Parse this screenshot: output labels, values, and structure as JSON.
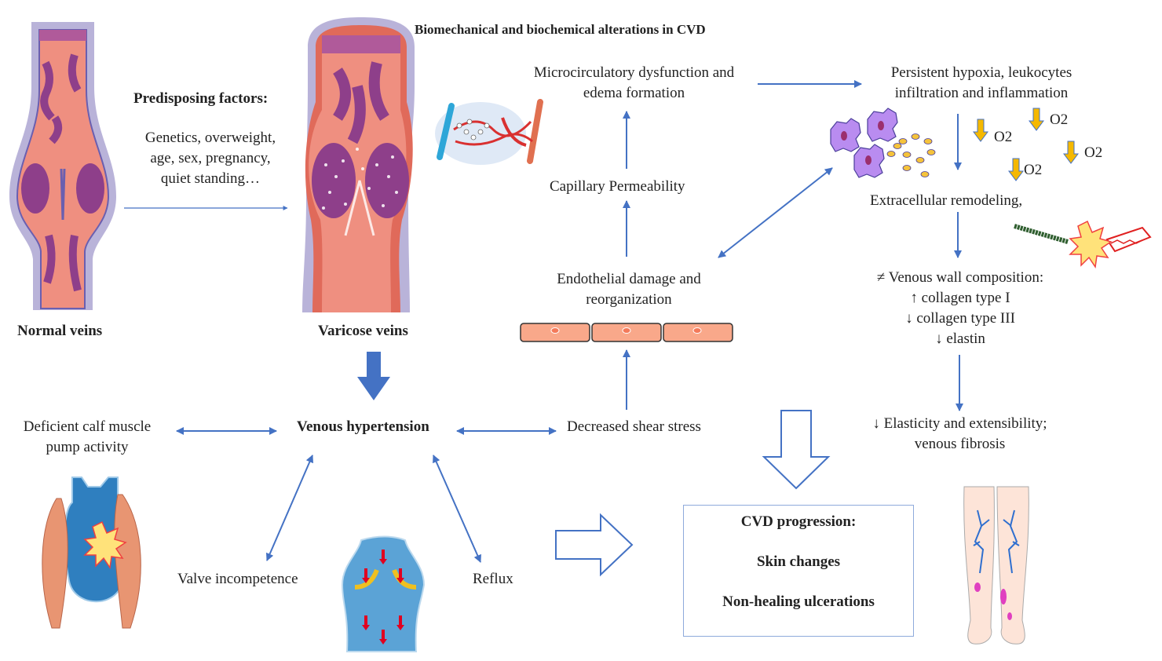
{
  "title": "Biomechanical and biochemical alterations in CVD",
  "labels": {
    "normal_veins": "Normal veins",
    "varicose_veins": "Varicose veins",
    "predisposing_title": "Predisposing factors:",
    "predisposing_lines": [
      "Genetics, overweight,",
      "age, sex, pregnancy,",
      "quiet standing…"
    ],
    "microcirculatory": [
      "Microcirculatory dysfunction and",
      "edema formation"
    ],
    "hypoxia": [
      "Persistent hypoxia, leukocytes",
      "infiltration and inflammation"
    ],
    "capillary": "Capillary Permeability",
    "extracellular": "Extracellular remodeling,",
    "endothelial": [
      "Endothelial damage and",
      "reorganization"
    ],
    "venous_wall": [
      "≠ Venous wall composition:",
      "↑ collagen type I",
      "↓ collagen type III",
      "↓ elastin"
    ],
    "elasticity": [
      "↓ Elasticity and extensibility;",
      "venous fibrosis"
    ],
    "calf_muscle": [
      "Deficient calf muscle",
      "pump activity"
    ],
    "venous_hypertension": "Venous hypertension",
    "shear_stress": "Decreased shear stress",
    "valve": "Valve incompetence",
    "reflux": "Reflux",
    "o2": "O2"
  },
  "cvd_box": {
    "title": "CVD progression:",
    "items": [
      "Skin changes",
      "Non-healing ulcerations"
    ]
  },
  "colors": {
    "arrow": "#4472c4",
    "o2_arrow": "#f5b800",
    "vein_pink": "#ef8f80",
    "vein_purple": "#8e3f8a",
    "vein_wall": "#b9b3d9",
    "blue_vein": "#2f7fbf",
    "cell_purple": "#b98cf0"
  }
}
